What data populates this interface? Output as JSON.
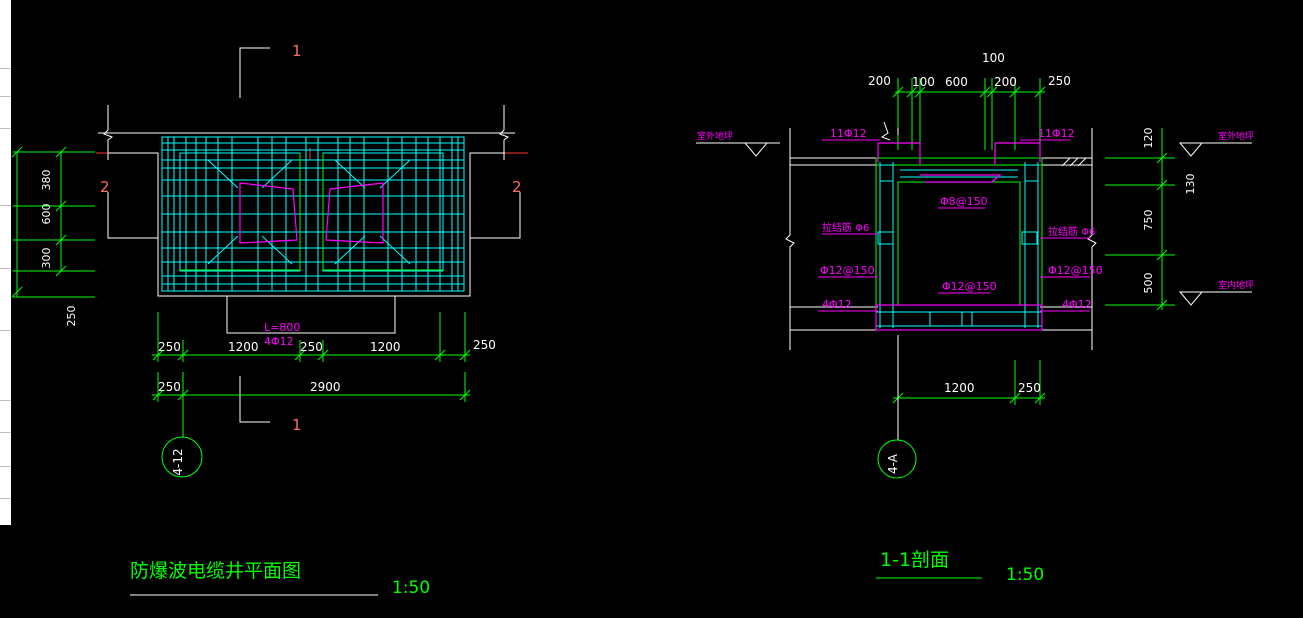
{
  "colors": {
    "background": "#000000",
    "cyan": "#00ffff",
    "green": "#00ff00",
    "magenta": "#ff00ff",
    "white": "#ffffff",
    "red": "#ff3030",
    "pink": "#ff6b6b"
  },
  "plan": {
    "title": "防爆波电缆井平面图",
    "scale": "1:50",
    "grid_ref": "4-12",
    "section_mark_top": "1",
    "section_mark_bottom": "1",
    "side_mark_left": "2",
    "side_mark_right": "2",
    "rebar_length": "L=800",
    "rebar_spec": "4Φ12",
    "dims_vertical": [
      "380",
      "600",
      "300",
      "250"
    ],
    "dims_row1": [
      "250",
      "1200",
      "250",
      "1200",
      "250"
    ],
    "dims_row2": [
      "250",
      "2900"
    ]
  },
  "section": {
    "title": "1-1剖面",
    "scale": "1:50",
    "grid_ref": "4-A",
    "dims_top_row": [
      "100"
    ],
    "dims_top": [
      "200",
      "100",
      "600",
      "200",
      "250"
    ],
    "dims_right": [
      "120",
      "130",
      "750",
      "500"
    ],
    "dims_bottom": [
      "1200",
      "250"
    ],
    "ground_label_left": "室外地坪",
    "ground_label_right": "室外地坪",
    "floor_label_right": "室内地坪",
    "rebar_top_left": "11Φ12",
    "rebar_top_right": "11Φ12",
    "rebar_top_center": "Φ8@150",
    "rebar_left_1": "拉结筋 Φ6",
    "rebar_right_1": "拉结筋 Φ6",
    "rebar_left_2": "Φ12@150",
    "rebar_right_2": "Φ12@150",
    "rebar_bottom_center": "Φ12@150",
    "rebar_left_3": "4Φ12",
    "rebar_right_3": "4Φ12"
  }
}
